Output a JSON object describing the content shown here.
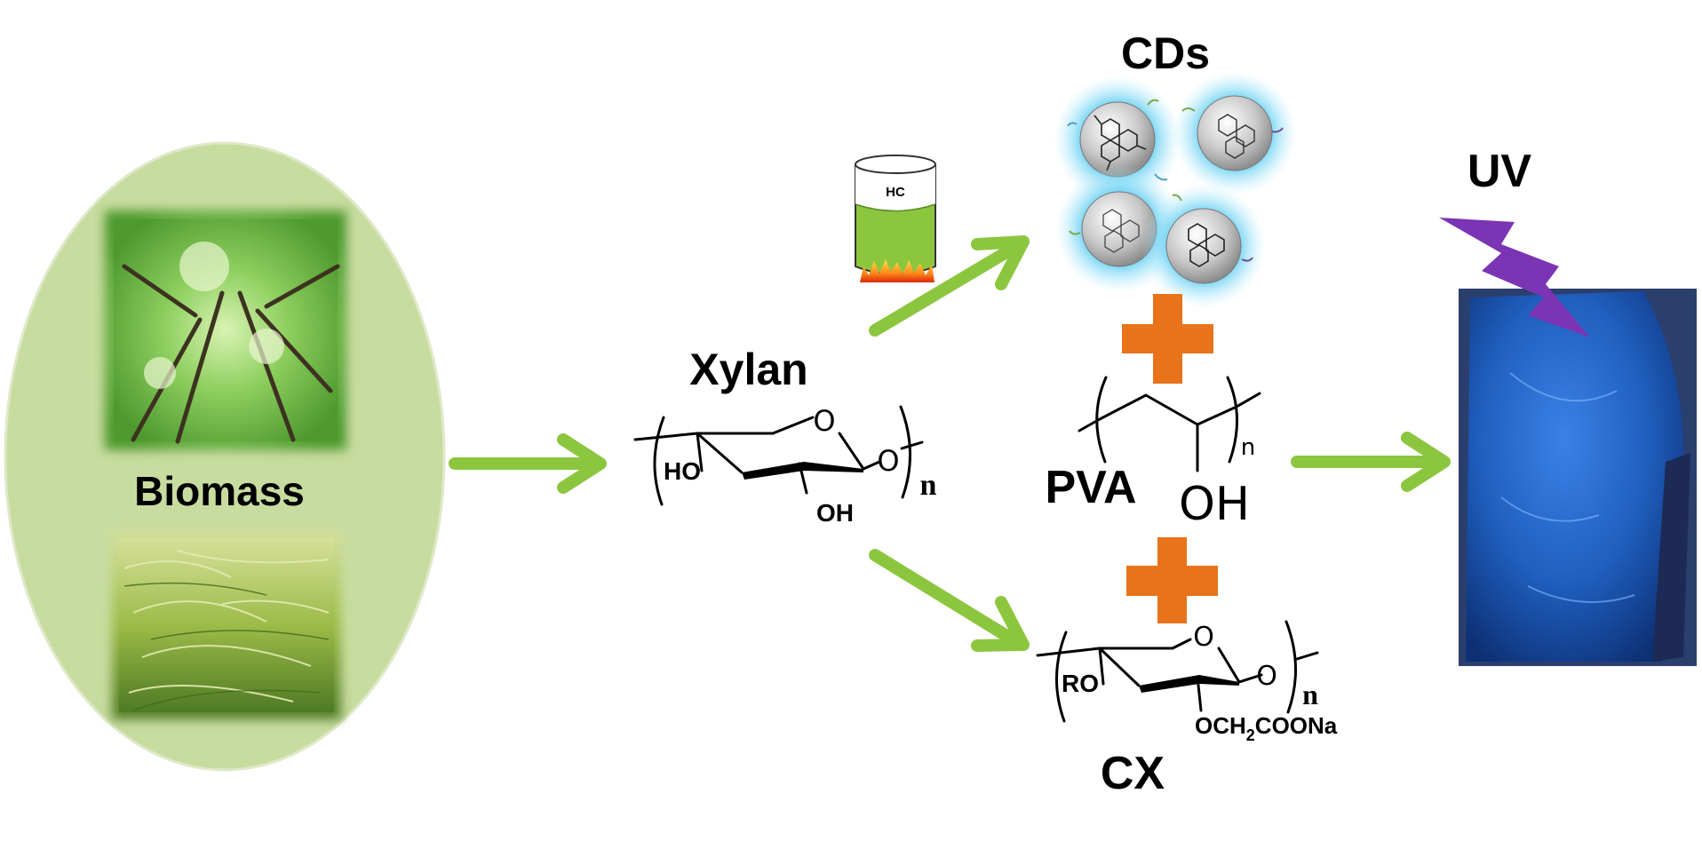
{
  "labels": {
    "biomass": "Biomass",
    "xylan": "Xylan",
    "cds": "CDs",
    "uv": "UV",
    "pva": "PVA",
    "cx": "CX",
    "hc": "HC"
  },
  "xylan_structure": {
    "ring_o": "O",
    "glyco_o": "O",
    "ho": "HO",
    "oh": "OH",
    "n": "n"
  },
  "pva_structure": {
    "oh": "OH",
    "n": "n"
  },
  "cx_structure": {
    "ring_o": "O",
    "glyco_o": "O",
    "ro": "RO",
    "sub_a": "OCH",
    "sub_2": "2",
    "sub_b": "COONa",
    "n": "n"
  },
  "colors": {
    "arrow": "#8cc63f",
    "plus": "#e8731a",
    "lightning": "#7b35b4",
    "biomass_ellipse": "#c8dca0",
    "film": "#1f5fbf",
    "beaker_liquid": "#8cc63f",
    "cd_glow": "#7fd7f5"
  }
}
